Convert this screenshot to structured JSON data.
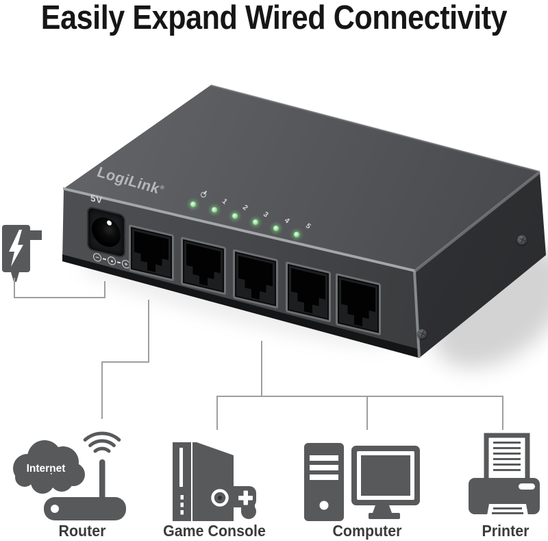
{
  "title": "Easily Expand Wired Connectivity",
  "switch": {
    "brand": "LogiLink",
    "brand_mark": "®",
    "power_port_label": "5V",
    "led_labels": [
      "1",
      "2",
      "3",
      "4",
      "5"
    ],
    "polarity_minus": "−",
    "polarity_plus": "+"
  },
  "cloud": {
    "label": "Internet"
  },
  "devices": [
    {
      "id": "router",
      "label": "Router"
    },
    {
      "id": "game-console",
      "label": "Game Console"
    },
    {
      "id": "computer",
      "label": "Computer"
    },
    {
      "id": "printer",
      "label": "Printer"
    }
  ],
  "colors": {
    "icon_gray": "#58595b",
    "led_green": "#90d996",
    "connector_line": "#9e9e9e",
    "label_text": "#3b3b3c",
    "title_text": "#161616"
  }
}
